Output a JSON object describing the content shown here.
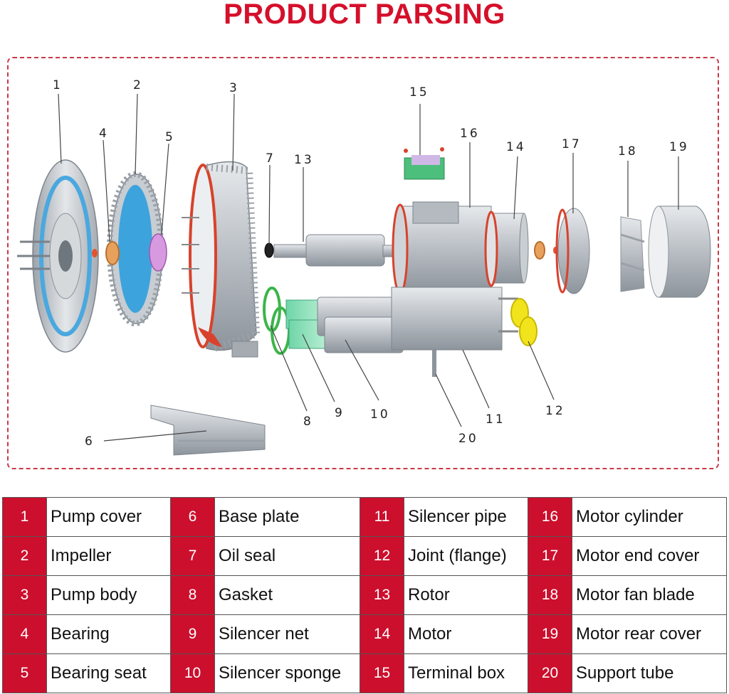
{
  "title": "PRODUCT PARSING",
  "colors": {
    "accent": "#cc0f2d",
    "title": "#d5102b",
    "frame": "#c83a46"
  },
  "callouts": [
    "1",
    "2",
    "3",
    "4",
    "5",
    "6",
    "7",
    "8",
    "9",
    "10",
    "11",
    "12",
    "13",
    "14",
    "15",
    "16",
    "17",
    "18",
    "19",
    "20"
  ],
  "parts": [
    {
      "num": "1",
      "name": "Pump cover"
    },
    {
      "num": "2",
      "name": "Impeller"
    },
    {
      "num": "3",
      "name": "Pump body"
    },
    {
      "num": "4",
      "name": "Bearing"
    },
    {
      "num": "5",
      "name": "Bearing seat"
    },
    {
      "num": "6",
      "name": "Base plate"
    },
    {
      "num": "7",
      "name": "Oil seal"
    },
    {
      "num": "8",
      "name": "Gasket"
    },
    {
      "num": "9",
      "name": "Silencer net"
    },
    {
      "num": "10",
      "name": "Silencer sponge"
    },
    {
      "num": "11",
      "name": "Silencer pipe"
    },
    {
      "num": "12",
      "name": "Joint (flange)"
    },
    {
      "num": "13",
      "name": "Rotor"
    },
    {
      "num": "14",
      "name": "Motor"
    },
    {
      "num": "15",
      "name": "Terminal box"
    },
    {
      "num": "16",
      "name": "Motor cylinder"
    },
    {
      "num": "17",
      "name": "Motor end cover"
    },
    {
      "num": "18",
      "name": "Motor fan blade"
    },
    {
      "num": "19",
      "name": "Motor rear cover"
    },
    {
      "num": "20",
      "name": "Support tube"
    }
  ]
}
